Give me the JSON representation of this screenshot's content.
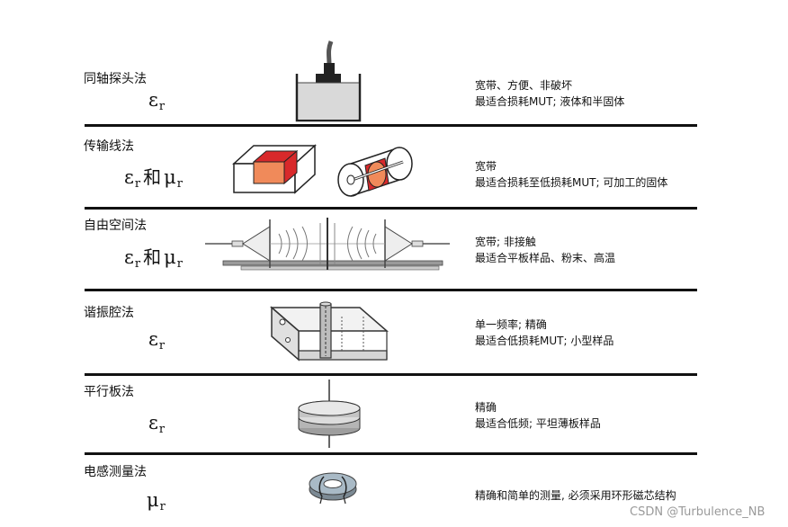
{
  "methods": [
    {
      "name": "同轴探头法",
      "param_a": "ε",
      "param_a_sub": "r",
      "connector": "",
      "param_b": "",
      "param_b_sub": "",
      "desc_line1": "宽带、方便、非破坏",
      "desc_line2": "最适合损耗MUT; 液体和半固体",
      "illustration": "coaxial-probe-icon"
    },
    {
      "name": "传输线法",
      "param_a": "ε",
      "param_a_sub": "r",
      "connector": "和",
      "param_b": "μ",
      "param_b_sub": "r",
      "desc_line1": "宽带",
      "desc_line2": "最适合损耗至低损耗MUT; 可加工的固体",
      "illustration": "transmission-line-icon"
    },
    {
      "name": "自由空间法",
      "param_a": "ε",
      "param_a_sub": "r",
      "connector": "和",
      "param_b": "μ",
      "param_b_sub": "r",
      "desc_line1": "宽带; 非接触",
      "desc_line2": "最适合平板样品、粉末、高温",
      "illustration": "free-space-antenna-icon"
    },
    {
      "name": "谐振腔法",
      "param_a": "ε",
      "param_a_sub": "r",
      "connector": "",
      "param_b": "",
      "param_b_sub": "",
      "desc_line1": "单一频率; 精确",
      "desc_line2": "最适合低损耗MUT; 小型样品",
      "illustration": "resonant-cavity-icon"
    },
    {
      "name": "平行板法",
      "param_a": "ε",
      "param_a_sub": "r",
      "connector": "",
      "param_b": "",
      "param_b_sub": "",
      "desc_line1": "精确",
      "desc_line2": "最适合低频; 平坦薄板样品",
      "illustration": "parallel-plate-icon"
    },
    {
      "name": "电感测量法",
      "param_a": "",
      "param_a_sub": "",
      "connector": "",
      "param_b": "μ",
      "param_b_sub": "r",
      "desc_line1": "精确和简单的测量, 必须采用环形磁芯结构",
      "desc_line2": "",
      "illustration": "toroid-inductor-icon"
    }
  ],
  "watermark": "CSDN @Turbulence_NB",
  "colors": {
    "divider": "#111111",
    "sample_red": "#d8292b",
    "sample_orange": "#f08a5a",
    "probe_gray": "#d8d8d8"
  }
}
